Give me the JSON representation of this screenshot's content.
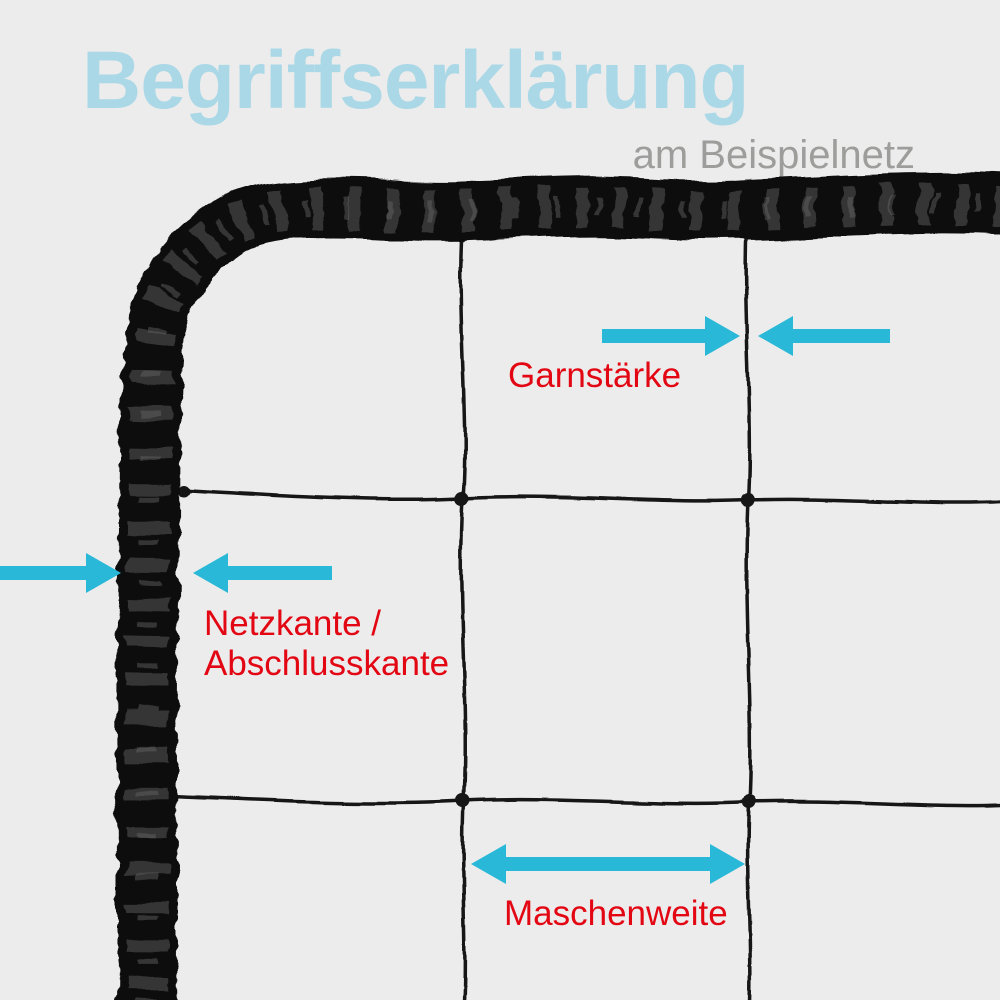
{
  "title": "Begriffserklärung",
  "subtitle": "am Beispielnetz",
  "annotations": {
    "garnstaerke": "Garnstärke",
    "netzkante_line1": "Netzkante /",
    "netzkante_line2": "Abschlusskante",
    "maschenweite": "Maschenweite"
  },
  "colors": {
    "background": "#ececec",
    "title": "#abd8e7",
    "subtitle": "#9d9d9c",
    "label": "#e30613",
    "arrow": "#29b8d8",
    "net": "#141414",
    "rope": "#0c0c0c"
  }
}
